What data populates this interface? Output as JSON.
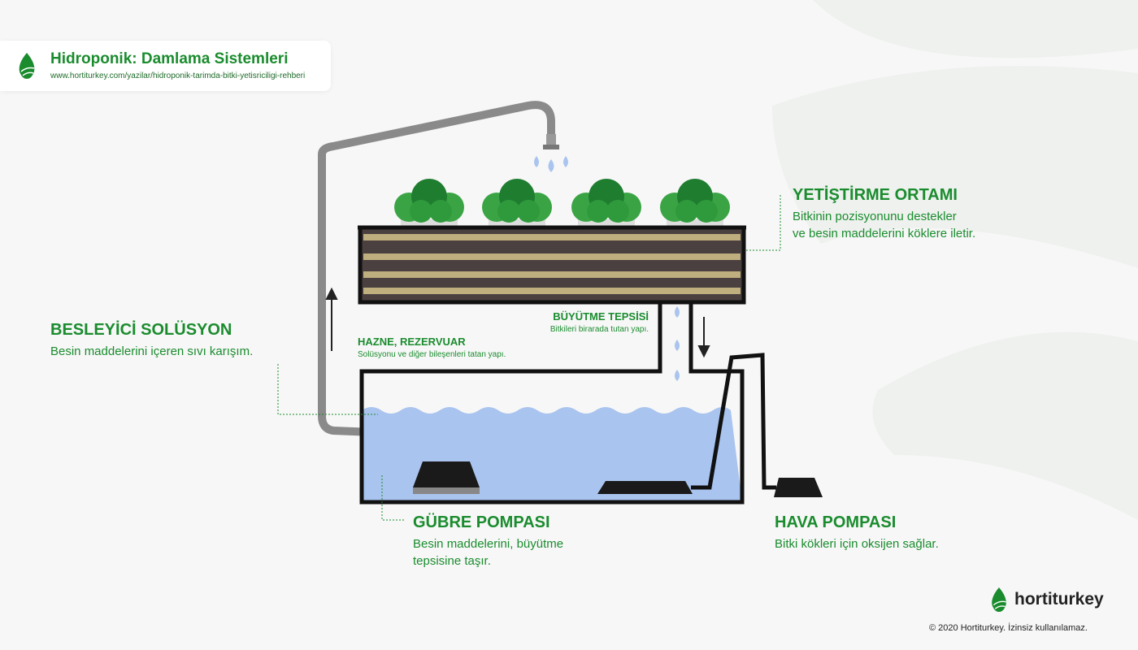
{
  "header": {
    "title": "Hidroponik: Damlama Sistemleri",
    "url": "www.hortiturkey.com/yazilar/hidroponik-tarimda-bitki-yetisriciligi-rehberi"
  },
  "labels": {
    "growing_medium": {
      "title": "YETİŞTİRME ORTAMI",
      "desc1": "Bitkinin pozisyonunu destekler",
      "desc2": "ve besin maddelerini köklere iletir."
    },
    "nutrient_solution": {
      "title": "BESLEYİCİ SOLÜSYON",
      "desc": "Besin maddelerini içeren sıvı karışım."
    },
    "growing_tray": {
      "title": "BÜYÜTME TEPSİSİ",
      "desc": "Bitkileri birarada tutan yapı."
    },
    "reservoir": {
      "title": "HAZNE, REZERVUAR",
      "desc": "Solüsyonu ve diğer bileşenleri tatan yapı."
    },
    "fertilizer_pump": {
      "title": "GÜBRE POMPASI",
      "desc1": "Besin maddelerini, büyütme",
      "desc2": "tepsisine taşır."
    },
    "air_pump": {
      "title": "HAVA POMPASI",
      "desc": "Bitki kökleri için oksijen sağlar."
    }
  },
  "brand": {
    "name": "hortiturkey",
    "copyright": "© 2020 Hortiturkey. İzinsiz kullanılamaz."
  },
  "colors": {
    "green": "#1a8c2e",
    "water": "#a9c4ee",
    "pipe": "#8a8a8a",
    "soil_dark": "#4a4040",
    "soil_light": "#bfae7e"
  }
}
